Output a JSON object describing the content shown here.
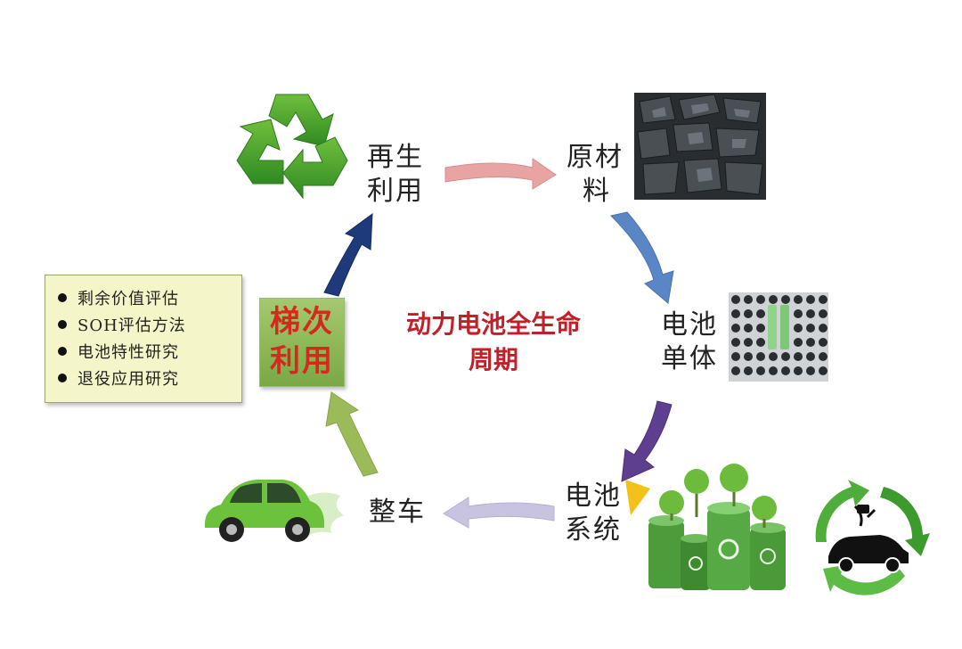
{
  "nodes": {
    "reuse": [
      "再生",
      "利用"
    ],
    "raw_material": [
      "原材",
      "料"
    ],
    "cell": [
      "电池",
      "单体"
    ],
    "system": [
      "电池",
      "系统"
    ],
    "vehicle": [
      "整车"
    ],
    "cascade": [
      "梯次",
      "利用"
    ]
  },
  "center_title": [
    "动力电池全生命",
    "周期"
  ],
  "notes": [
    "剩余价值评估",
    "SOH评估方法",
    "电池特性研究",
    "退役应用研究"
  ],
  "colors": {
    "arrow_reuse_to_raw": "#e8a3a3",
    "arrow_raw_to_cell": "#5b86c6",
    "arrow_cell_to_system": "#5e3f8f",
    "arrow_system_to_vehicle": "#c8c3e0",
    "arrow_vehicle_to_cascade": "#9bbb59",
    "arrow_cascade_to_reuse": "#1f3a7a",
    "center_title": "#c0202a",
    "cascade_text": "#d42a1e"
  }
}
